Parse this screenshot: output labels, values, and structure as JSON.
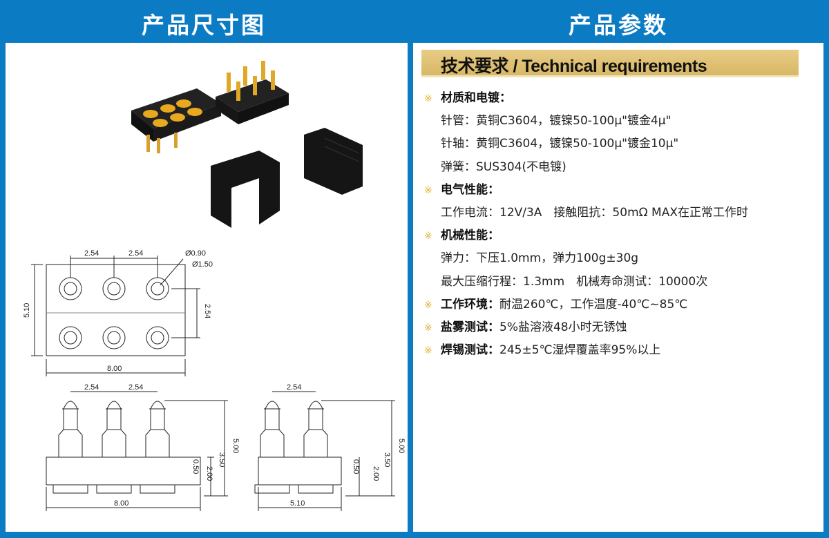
{
  "left_title": "产品尺寸图",
  "right_title": "产品参数",
  "tech_header": "技术要求 / Technical requirements",
  "specs": [
    {
      "type": "head",
      "label": "材质和电镀：",
      "value": ""
    },
    {
      "type": "sub",
      "text": "针管：黄铜C3604，镀镍50-100μ\"镀金4μ\""
    },
    {
      "type": "sub",
      "text": "针轴：黄铜C3604，镀镍50-100μ\"镀金10μ\""
    },
    {
      "type": "sub",
      "text": "弹簧：SUS304(不电镀)"
    },
    {
      "type": "head",
      "label": "电气性能：",
      "value": ""
    },
    {
      "type": "sub",
      "text": "工作电流：12V/3A　接触阻抗：50mΩ MAX在正常工作时"
    },
    {
      "type": "head",
      "label": "机械性能：",
      "value": ""
    },
    {
      "type": "sub",
      "text": "弹力：下压1.0mm，弹力100g±30g"
    },
    {
      "type": "sub",
      "text": "最大压缩行程：1.3mm　机械寿命测试：10000次"
    },
    {
      "type": "head",
      "label": "工作环境：",
      "value": "耐温260℃，工作温度-40℃~85℃"
    },
    {
      "type": "head",
      "label": "盐雾测试：",
      "value": "5%盐溶液48小时无锈蚀"
    },
    {
      "type": "head",
      "label": "焊锡测试：",
      "value": "245±5℃湿焊覆盖率95%以上"
    }
  ],
  "star_symbol": "※",
  "dims": {
    "pitch": "2.54",
    "hole_inner": "Ø0.90",
    "hole_outer": "Ø1.50",
    "width": "5.10",
    "length": "8.00",
    "height_total": "5.00",
    "height_body": "3.50",
    "h2": "2.00",
    "h050": "0.50"
  },
  "colors": {
    "background": "#0b7bc4",
    "band": "#dfc275",
    "gold": "#e0a826"
  }
}
